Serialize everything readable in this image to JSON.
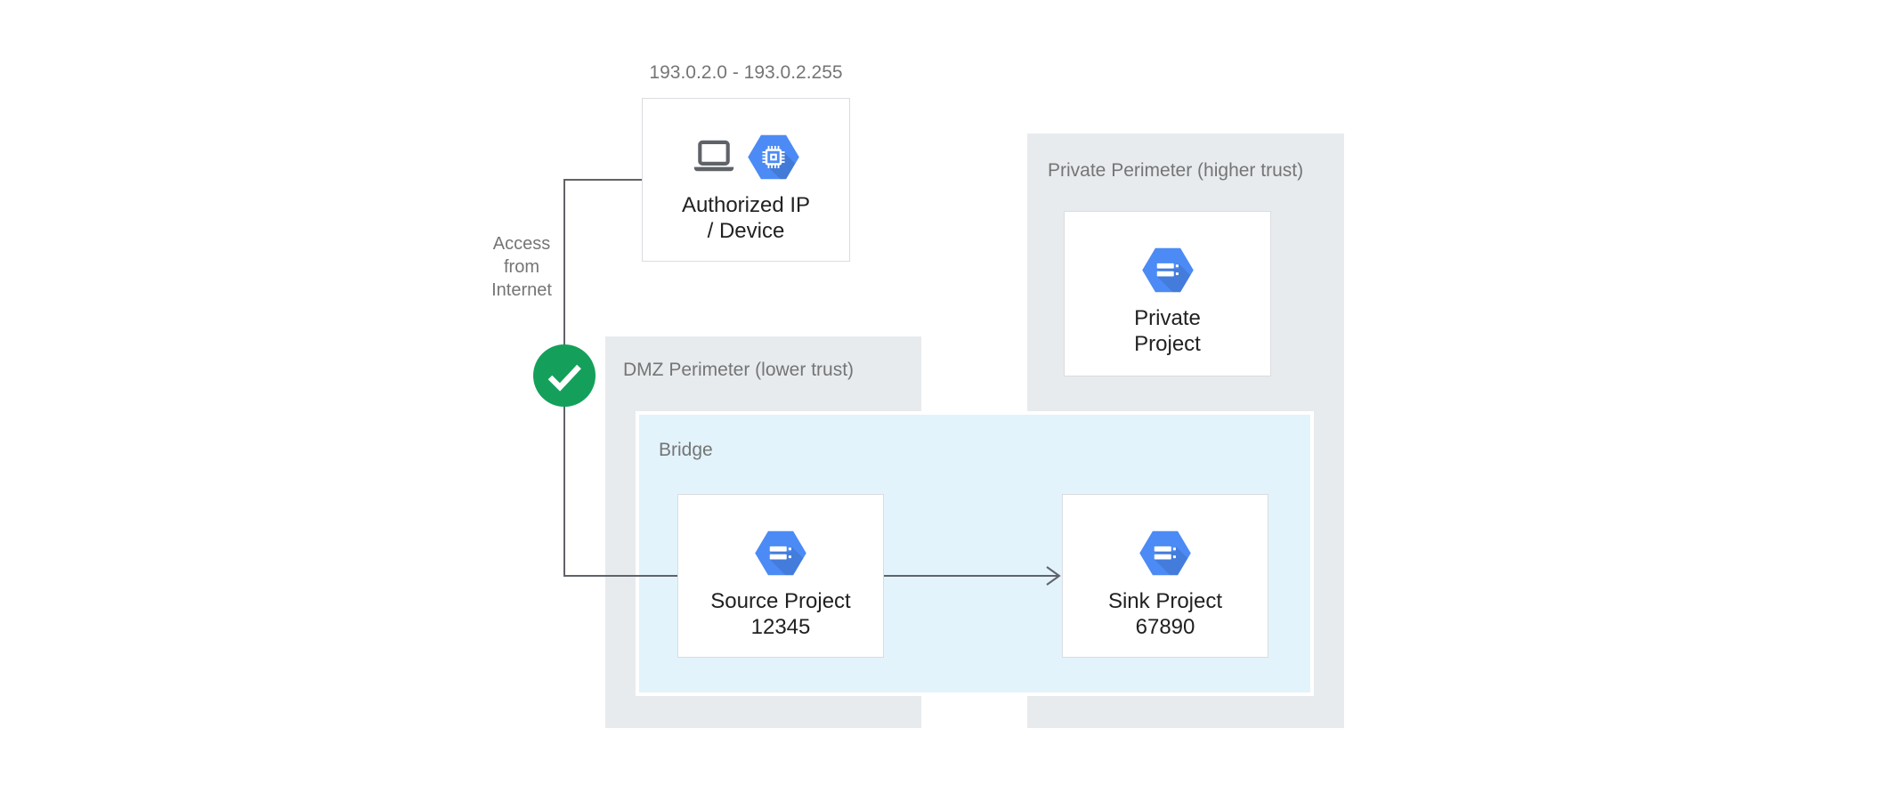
{
  "labels": {
    "ip_range": "193.0.2.0 - 193.0.2.255",
    "access": "Access\nfrom\nInternet",
    "dmz_perimeter": "DMZ Perimeter (lower trust)",
    "bridge": "Bridge",
    "private_perimeter": "Private Perimeter (higher trust)"
  },
  "nodes": {
    "authorized": {
      "title": "Authorized IP\n/ Device",
      "icons": [
        "laptop-icon",
        "compute-engine-hexagon-icon"
      ]
    },
    "source": {
      "title": "Source Project\n12345",
      "icons": [
        "project-hexagon-icon"
      ]
    },
    "sink": {
      "title": "Sink Project\n67890",
      "icons": [
        "project-hexagon-icon"
      ]
    },
    "private": {
      "title": "Private\nProject",
      "icons": [
        "project-hexagon-icon"
      ]
    }
  },
  "connections": [
    {
      "from": "authorized",
      "to": "source",
      "style": "elbow-line",
      "badge": "green-check"
    },
    {
      "from": "source",
      "to": "sink",
      "style": "arrow"
    }
  ],
  "colors": {
    "perimeter_bg": "#E8EBEE",
    "bridge_bg": "#E2F3FC",
    "bridge_border": "#FFFFFF",
    "node_bg": "#FFFFFF",
    "node_border": "#DADCE0",
    "hexagon_blue": "#4C8BF5",
    "check_green": "#14A05A",
    "line_gray": "#5F6368",
    "icon_gray": "#5F6368",
    "label_gray": "#757575",
    "title_dark": "#212121"
  }
}
